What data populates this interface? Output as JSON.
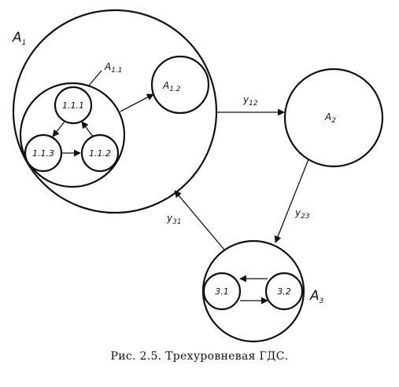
{
  "caption": "Рис. 2.5. Трехуровневая ГДС.",
  "labels": {
    "a1": {
      "main": "A",
      "sub": "1"
    },
    "a11": {
      "main": "A",
      "sub": "1.1"
    },
    "a12": {
      "main": "A",
      "sub": "1.2"
    },
    "a2": {
      "main": "A",
      "sub": "2"
    },
    "a3": {
      "main": "A",
      "sub": "3"
    },
    "n111": "1.1.1",
    "n112": "1.1.2",
    "n113": "1.1.3",
    "n31": "3.1",
    "n32": "3.2",
    "y12": {
      "main": "y",
      "sub": "12"
    },
    "y23": {
      "main": "y",
      "sub": "23"
    },
    "y31": {
      "main": "y",
      "sub": "31"
    }
  }
}
